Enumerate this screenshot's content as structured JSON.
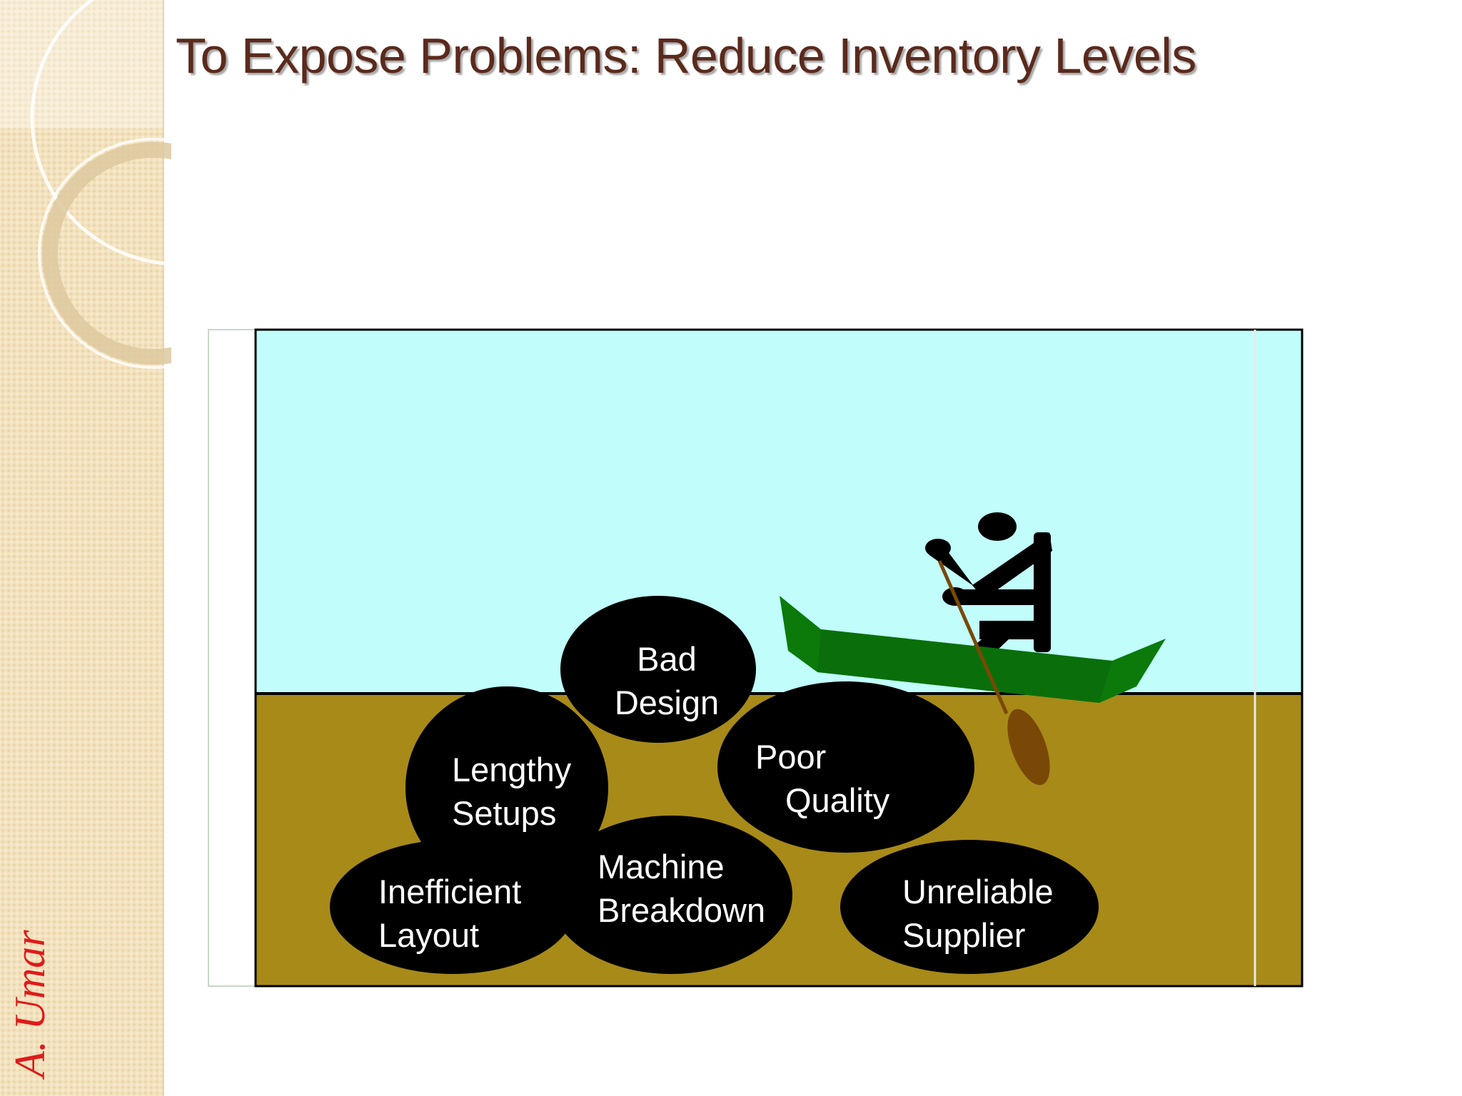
{
  "slide": {
    "title": "To Expose Problems: Reduce Inventory Levels",
    "author": "A. Umar"
  },
  "scene": {
    "water_color": "#c0fdfb",
    "riverbed_color": "#a78a18",
    "boat_color": "#0b7a0b",
    "rock_color": "#000000",
    "paddle_color": "#7a4806",
    "rocks": [
      {
        "id": "bad-design",
        "lines": [
          "Bad",
          "Design"
        ]
      },
      {
        "id": "lengthy-setups",
        "lines": [
          "Lengthy",
          "Setups"
        ]
      },
      {
        "id": "poor-quality",
        "lines": [
          "Poor",
          "Quality"
        ]
      },
      {
        "id": "inefficient-layout",
        "lines": [
          "Inefficient",
          "Layout"
        ]
      },
      {
        "id": "machine-breakdown",
        "lines": [
          "Machine",
          "Breakdown"
        ]
      },
      {
        "id": "unreliable-supplier",
        "lines": [
          "Unreliable",
          "Supplier"
        ]
      }
    ]
  }
}
